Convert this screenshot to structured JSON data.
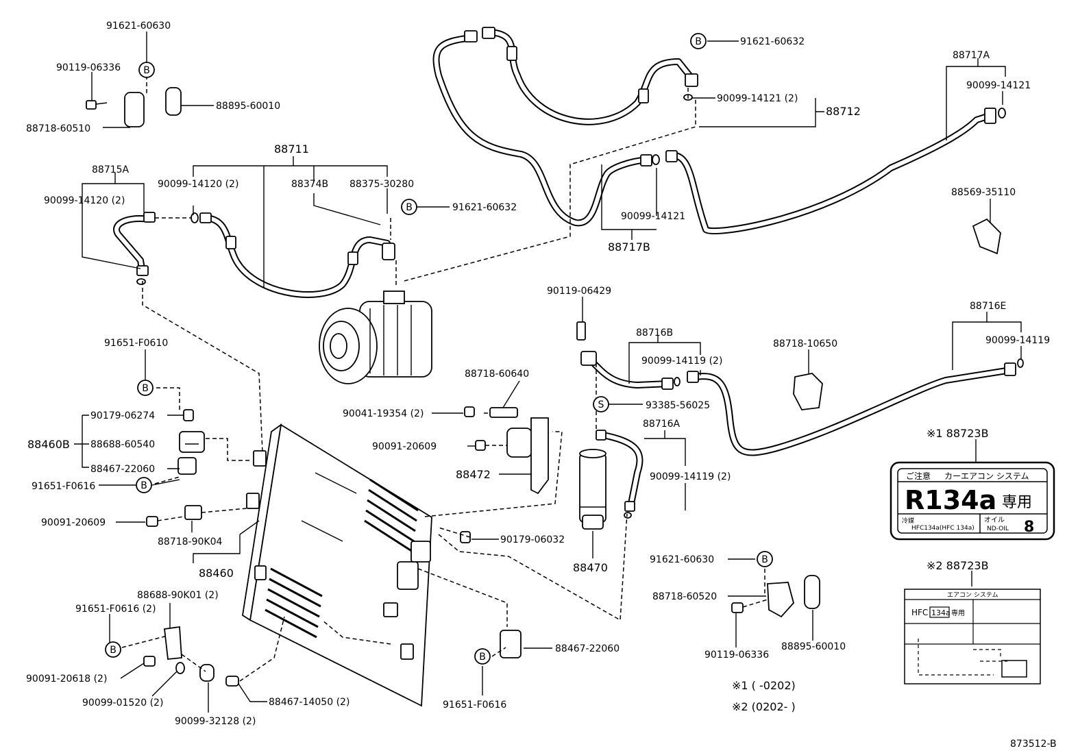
{
  "labels": {
    "p91621_60630_a": "91621-60630",
    "p90119_06336_a": "90119-06336",
    "p88895_60010_a": "88895-60010",
    "p88718_60510": "88718-60510",
    "p88711": "88711",
    "p88715A": "88715A",
    "p90099_14120_a": "90099-14120 (2)",
    "p88374B": "88374B",
    "p88375_30280": "88375-30280",
    "p90099_14120_b": "90099-14120 (2)",
    "p91621_60632_a": "91621-60632",
    "p91621_60632_b": "91621-60632",
    "p90099_14121_a": "90099-14121 (2)",
    "p88712": "88712",
    "p88717A": "88717A",
    "p90099_14121_b": "90099-14121",
    "p88569_35110": "88569-35110",
    "p90099_14121_c": "90099-14121",
    "p88717B": "88717B",
    "p90119_06429": "90119-06429",
    "p88716B": "88716B",
    "p90099_14119_a": "90099-14119 (2)",
    "p88716E": "88716E",
    "p90099_14119_b": "90099-14119",
    "p88718_10650": "88718-10650",
    "p93385_56025": "93385-56025",
    "p88716A": "88716A",
    "p90099_14119_c": "90099-14119 (2)",
    "p88470": "88470",
    "p91651_F0610": "91651-F0610",
    "p90179_06274": "90179-06274",
    "p88460B": "88460B",
    "p88688_60540": "88688-60540",
    "p88467_22060_a": "88467-22060",
    "p91651_F0616_a": "91651-F0616",
    "p88718_60640": "88718-60640",
    "p90041_19354": "90041-19354 (2)",
    "p90091_20609_a": "90091-20609",
    "p88472": "88472",
    "p90091_20609_b": "90091-20609",
    "p88718_90K04": "88718-90K04",
    "p88460": "88460",
    "p90179_06032": "90179-06032",
    "p88688_90K01": "88688-90K01 (2)",
    "p91651_F0616_b": "91651-F0616 (2)",
    "p90091_20618": "90091-20618 (2)",
    "p90099_01520": "90099-01520 (2)",
    "p90099_32128": "90099-32128 (2)",
    "p88467_14050": "88467-14050 (2)",
    "p88467_22060_b": "88467-22060",
    "p91651_F0616_c": "91651-F0616",
    "p91621_60630_b": "91621-60630",
    "p88718_60520": "88718-60520",
    "p90119_06336_b": "90119-06336",
    "p88895_60010_b": "88895-60010",
    "note1_label": "※1 88723B",
    "note2_label": "※2 88723B",
    "note1_range": "※1 (       -0202)",
    "note2_range": "※2 (0202-       )",
    "figure_code": "873512-B"
  },
  "markers": {
    "b": "B",
    "s": "S"
  },
  "label1": {
    "caution": "ご注意",
    "system": "カーエアコン システム",
    "refrigerant": "R134a",
    "exclusive": "専用",
    "coolant_label": "冷媒",
    "coolant_value": "HFC134a(HFC 134a)",
    "oil_label": "オイル",
    "oil_value": "ND-OIL",
    "oil_number": "8"
  },
  "label2": {
    "title": "エアコン システム",
    "hfc": "HFC",
    "hfc_num": "134a",
    "exclusive": "専用"
  }
}
